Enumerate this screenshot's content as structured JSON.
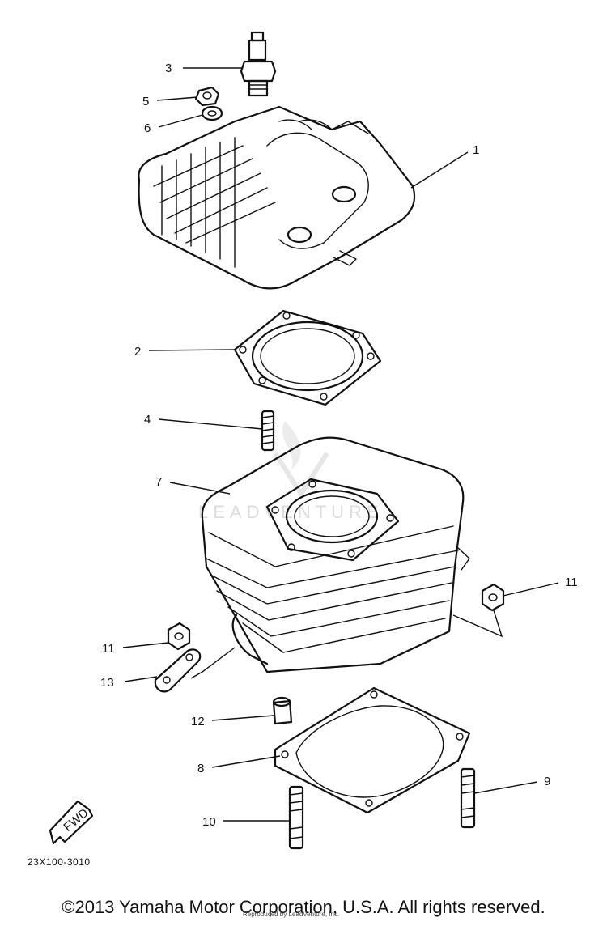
{
  "callouts": {
    "c1": "1",
    "c2": "2",
    "c3": "3",
    "c4": "4",
    "c5": "5",
    "c6": "6",
    "c7": "7",
    "c8": "8",
    "c9": "9",
    "c10": "10",
    "c11a": "11",
    "c11b": "11",
    "c12": "12",
    "c13": "13"
  },
  "fwd_label": "FWD",
  "diagram_code": "23X100-3010",
  "watermark": "LEADVENTURE",
  "copyright": "©2013 Yamaha Motor Corporation, U.S.A. All rights reserved.",
  "reproduced_note": "Reproduced by LeadVenture, Inc."
}
